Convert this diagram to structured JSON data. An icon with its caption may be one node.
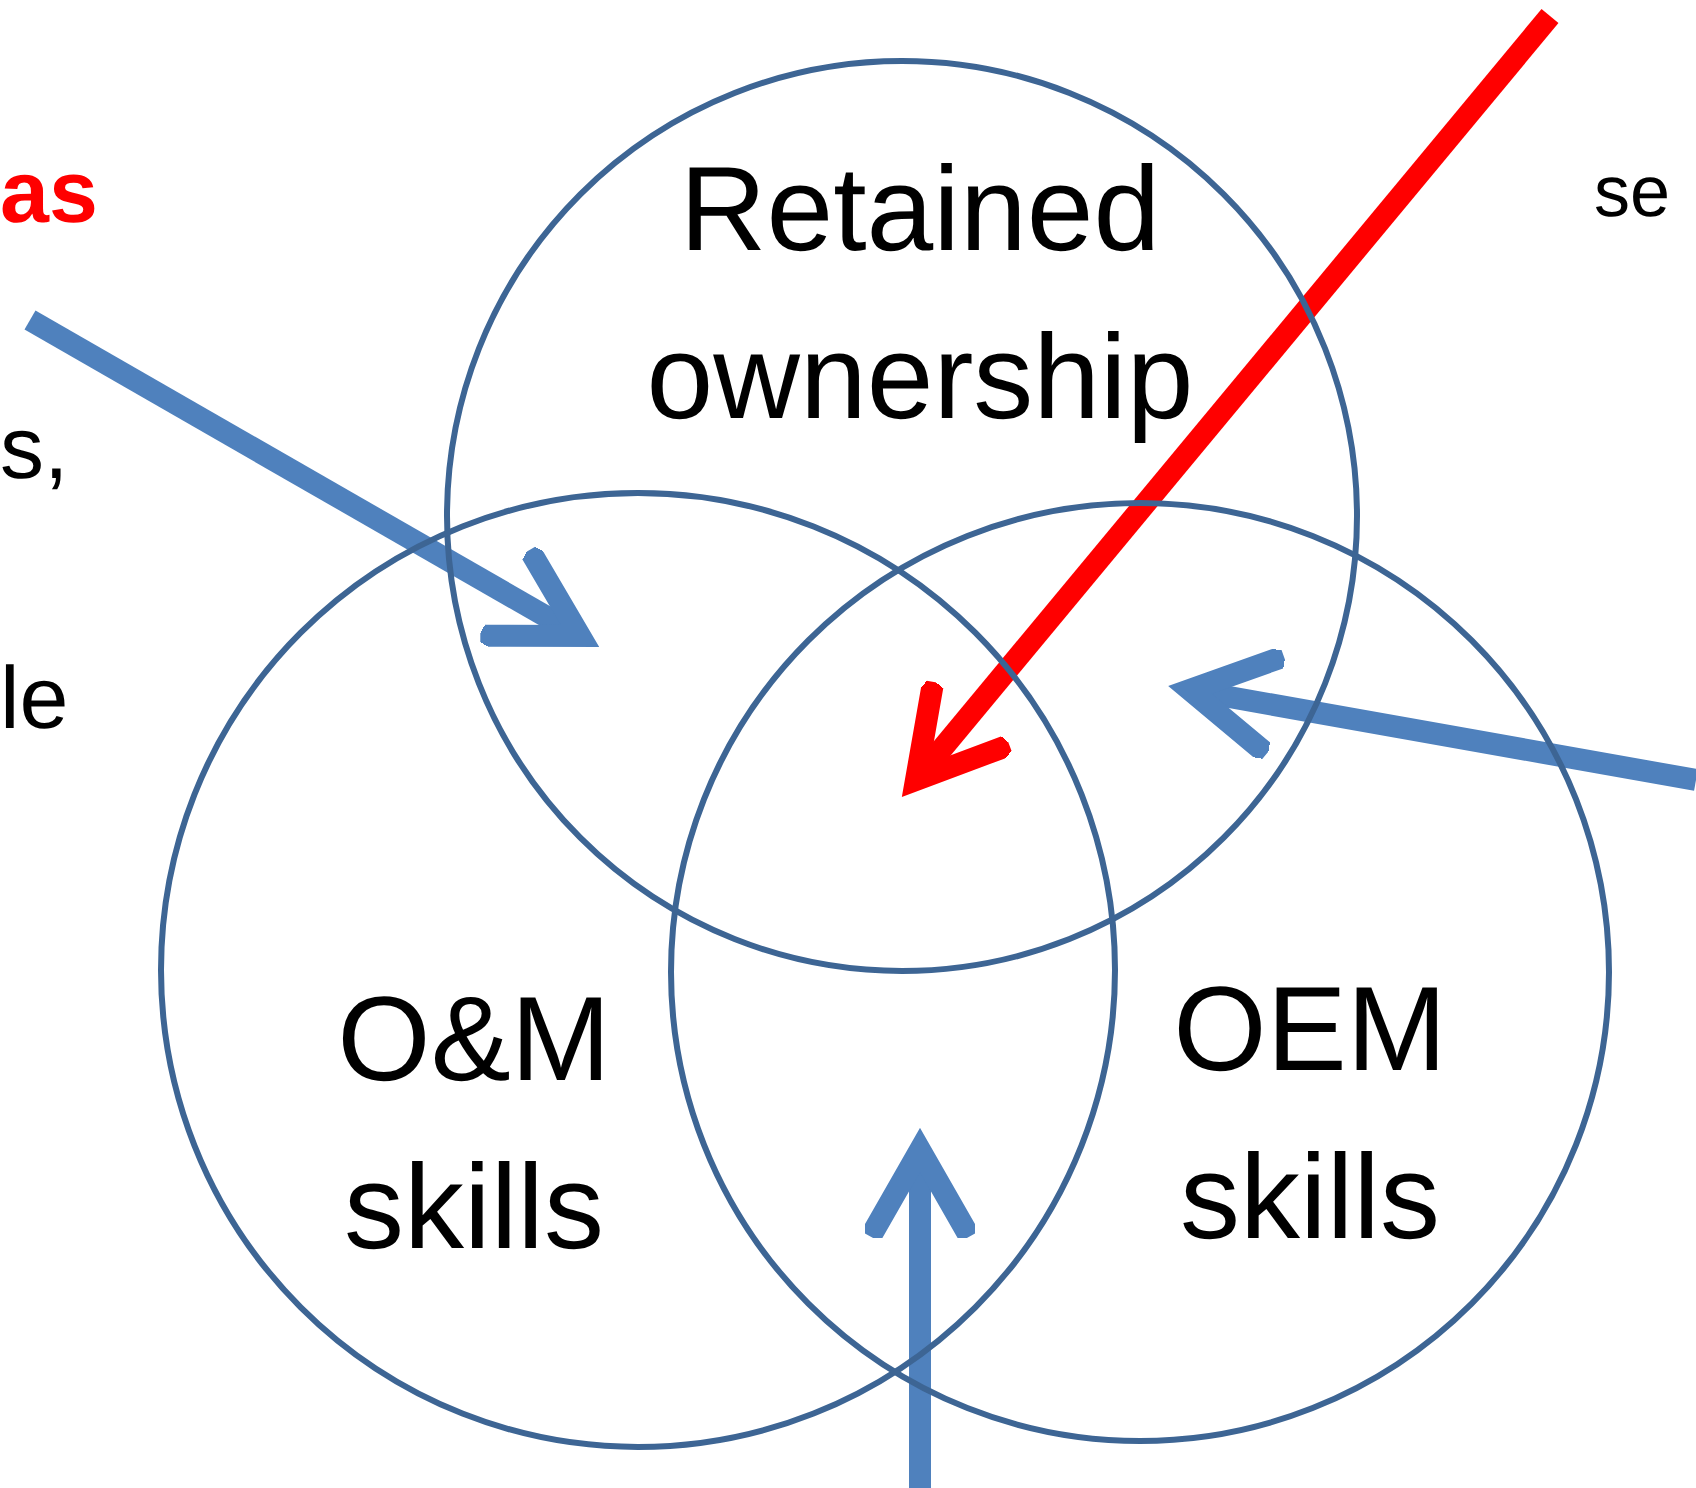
{
  "diagram": {
    "nodes": [
      {
        "text": [
          "Retained ownership"
        ]
      },
      {
        "text": [
          "O&M skills"
        ]
      },
      {
        "text": [
          "OEM skills"
        ]
      }
    ],
    "edges": [
      {
        "from": null,
        "to": 1,
        "arrow": "to"
      },
      {
        "from": null,
        "to": 0,
        "arrow": "to",
        "color": "#ff0000"
      },
      {
        "from": null,
        "to": 2,
        "arrow": "to"
      },
      {
        "from": null,
        "to": 2,
        "arrow": "to"
      }
    ],
    "labels": [
      "as",
      "s,",
      "le",
      "se"
    ]
  }
}
